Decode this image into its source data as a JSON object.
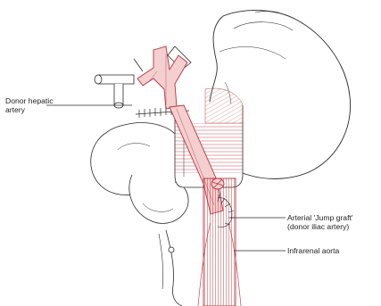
{
  "labels": {
    "donor_hepatic_artery": [
      "Donor hepatic",
      "artery"
    ],
    "jump_graft": [
      "Arterial 'Jump graft'",
      "(donor iliac artery)"
    ],
    "infrarenal_aorta": "Infrarenal aorta"
  },
  "colors": {
    "ink": "#2a2a2a",
    "vessel": "#b8323a",
    "vessel_fill": "#f4cfd0",
    "organ_fill": "#ffffff"
  }
}
